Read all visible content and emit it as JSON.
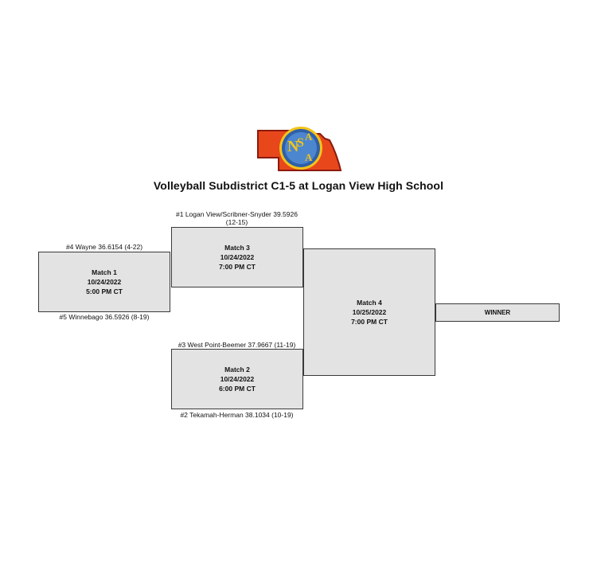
{
  "title": "Volleyball Subdistrict C1-5 at Logan View High School",
  "logo": {
    "text": "NSAA",
    "colors": {
      "state": "#e8471c",
      "circle": "#2f5fa8",
      "ring": "#f2c419",
      "outline": "#8b1a0d"
    }
  },
  "matches": [
    {
      "label": "Match 1",
      "date": "10/24/2022",
      "time": "5:00 PM CT",
      "top_team": "#4 Wayne 36.6154 (4-22)",
      "bottom_team": "#5 Winnebago 36.5926 (8-19)"
    },
    {
      "label": "Match 3",
      "date": "10/24/2022",
      "time": "7:00 PM CT",
      "top_team_line1": "#1 Logan View/Scribner-Snyder 39.5926",
      "top_team_line2": "(12-15)"
    },
    {
      "label": "Match 2",
      "date": "10/24/2022",
      "time": "6:00 PM CT",
      "top_team": "#3 West Point-Beemer 37.9667 (11-19)",
      "bottom_team": "#2 Tekamah-Herman 38.1034 (10-19)"
    },
    {
      "label": "Match 4",
      "date": "10/25/2022",
      "time": "7:00 PM CT"
    }
  ],
  "winner_label": "WINNER"
}
